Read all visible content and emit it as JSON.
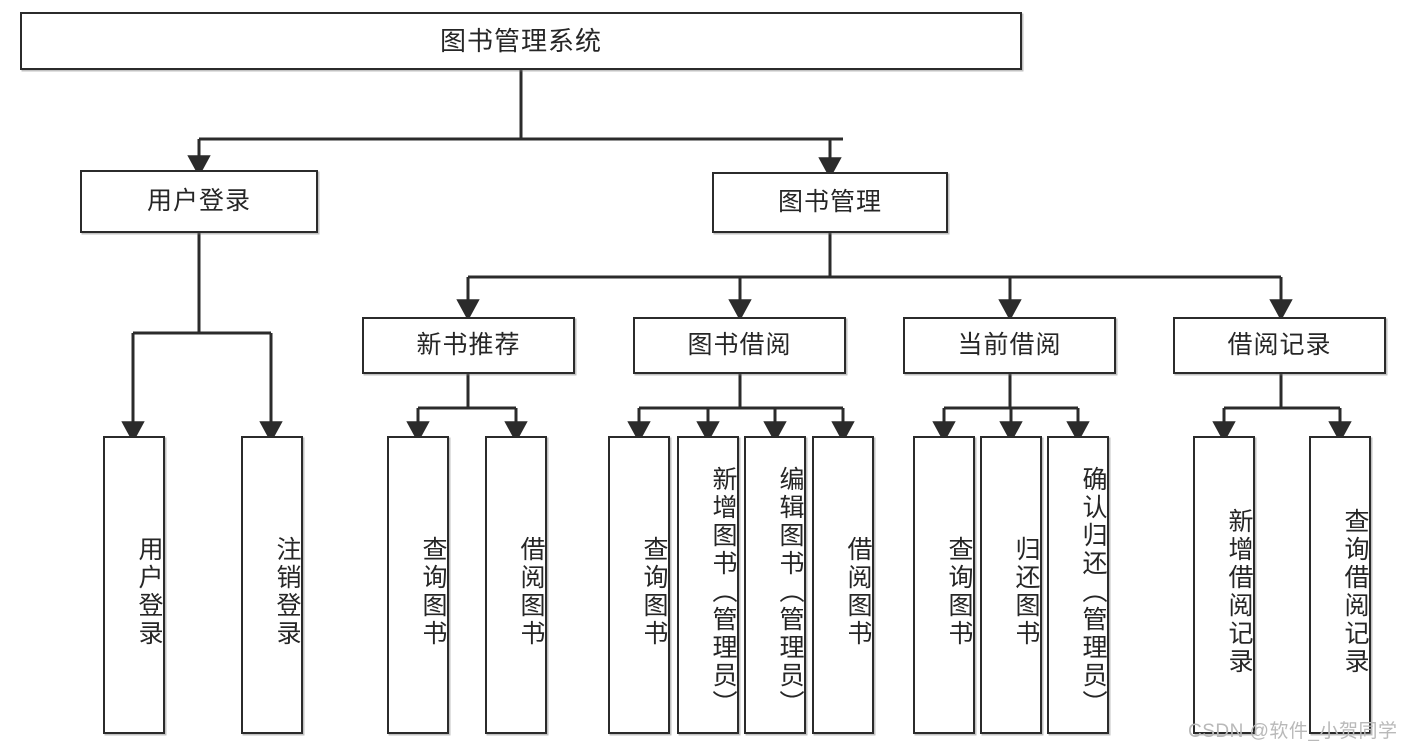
{
  "diagram": {
    "title": "图书管理系统",
    "type": "tree-hierarchy",
    "watermark": "CSDN @软件_小贺同学",
    "colors": {
      "box_border": "#2b2b2b",
      "box_fill": "#ffffff",
      "text": "#262626",
      "connector": "#2b2b2b",
      "watermark": "#b9b9b9"
    },
    "root": {
      "label": "图书管理系统"
    },
    "level2": [
      {
        "label": "用户登录"
      },
      {
        "label": "图书管理"
      }
    ],
    "level3": [
      {
        "label": "新书推荐"
      },
      {
        "label": "图书借阅"
      },
      {
        "label": "当前借阅"
      },
      {
        "label": "借阅记录"
      }
    ],
    "leaves": {
      "user_login": [
        {
          "label": "用户登录"
        },
        {
          "label": "注销登录"
        }
      ],
      "new_book_recommend": [
        {
          "label": "查询图书"
        },
        {
          "label": "借阅图书"
        }
      ],
      "book_borrow": [
        {
          "label": "查询图书"
        },
        {
          "label": "新增图书（管理员）"
        },
        {
          "label": "编辑图书（管理员）"
        },
        {
          "label": "借阅图书"
        }
      ],
      "current_borrow": [
        {
          "label": "查询图书"
        },
        {
          "label": "归还图书"
        },
        {
          "label": "确认归还（管理员）"
        }
      ],
      "borrow_record": [
        {
          "label": "新增借阅记录"
        },
        {
          "label": "查询借阅记录"
        }
      ]
    }
  }
}
